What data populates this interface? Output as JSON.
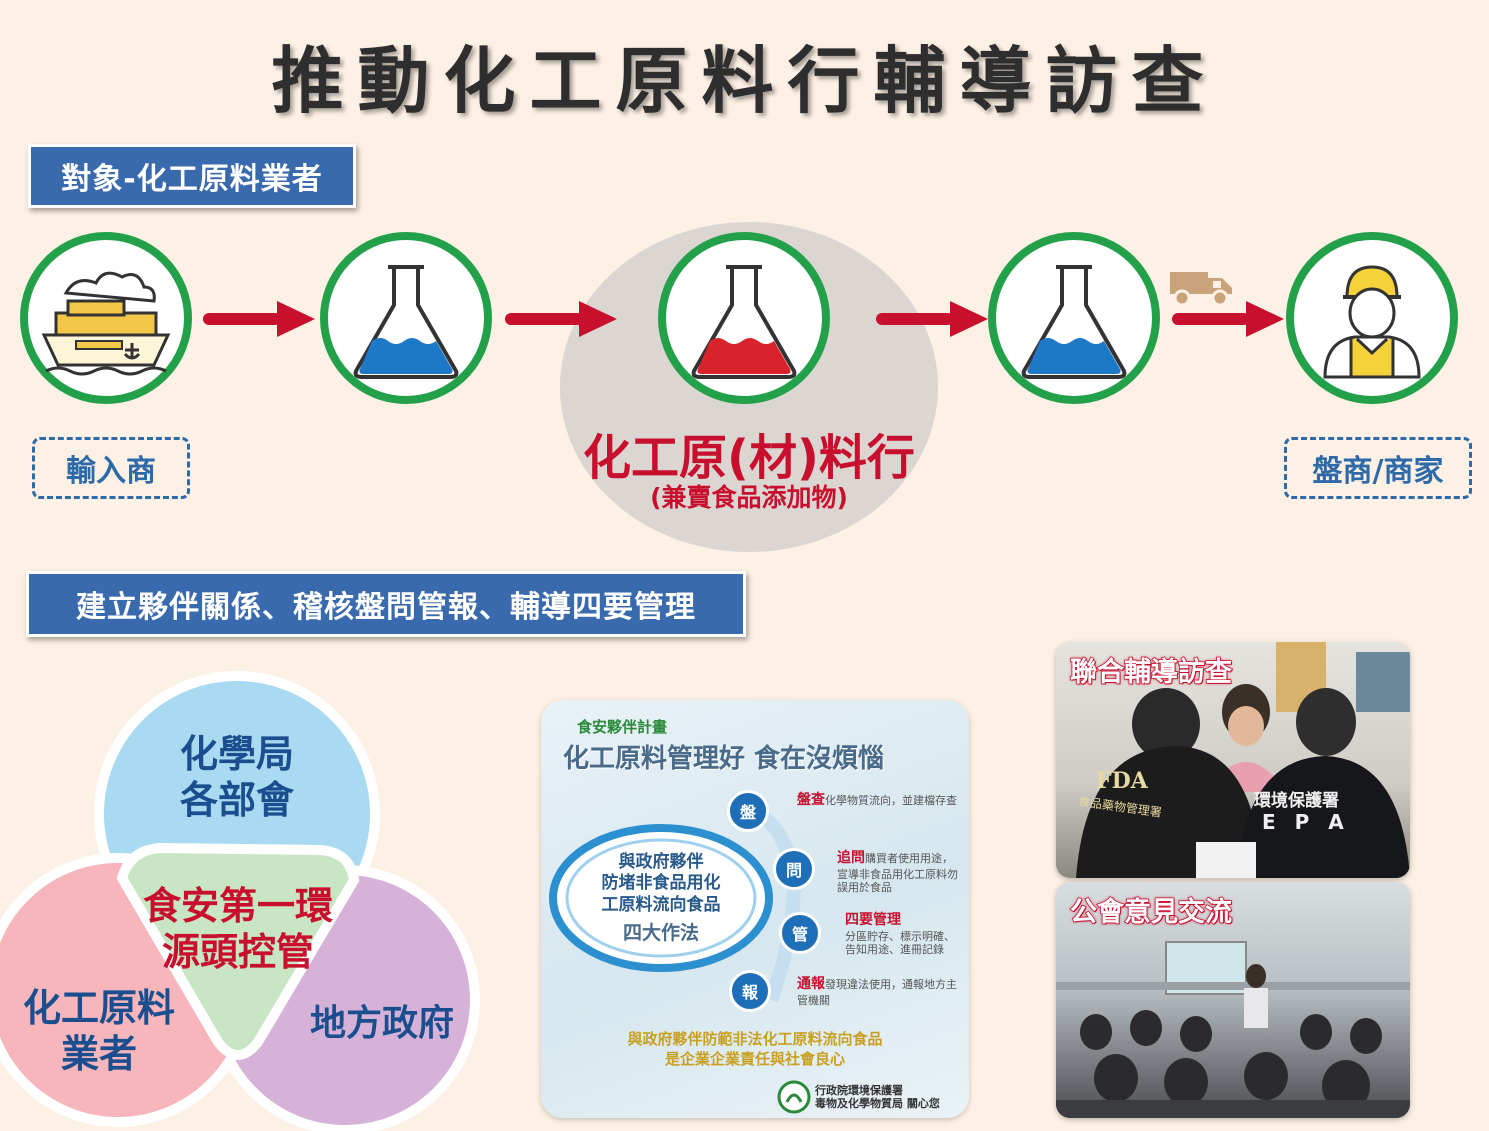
{
  "title": "推動化工原料行輔導訪查",
  "target_label": "對象-化工原料業者",
  "importer_label": "輸入商",
  "dealer_label": "盤商/商家",
  "shop_name": "化工原(材)料行",
  "shop_sub": "(兼賣食品添加物)",
  "strategy_label": "建立夥伴關係、稽核盤問管報、輔導四要管理",
  "venn": {
    "top": [
      "化學局",
      "各部會"
    ],
    "left": [
      "化工原料",
      "業者"
    ],
    "right": "地方政府",
    "center": [
      "食安第一環",
      "源頭控管"
    ]
  },
  "poster": {
    "header": "食安夥伴計畫",
    "title": "化工原料管理好 食在沒煩惱",
    "core": [
      "與政府夥伴",
      "防堵非食品用化",
      "工原料流向食品"
    ],
    "core_sub": "四大作法",
    "steps": [
      {
        "key": "盤",
        "head": "盤查",
        "text": "化學物質流向，並建檔存查"
      },
      {
        "key": "問",
        "head": "追問",
        "text": "購買者使用用途，宣導非食品用化工原料勿誤用於食品"
      },
      {
        "key": "管",
        "head": "四要管理",
        "text": "分區貯存、標示明確、告知用途、進冊記錄"
      },
      {
        "key": "報",
        "head": "通報",
        "text": "發現違法使用，通報地方主管機關"
      }
    ],
    "footer": [
      "與政府夥伴防範非法化工原料流向食品",
      "是企業企業責任與社會良心"
    ],
    "org": [
      "行政院環境保護署",
      "毒物及化學物質局 關心您"
    ]
  },
  "photos": {
    "top_caption": "聯合輔導訪查",
    "bottom_caption": "公會意見交流",
    "vest_fda": "FDA",
    "vest_fda_sub": "食品藥物管理署",
    "vest_epa": "環境保護署",
    "vest_epa_sub": "E P A"
  },
  "colors": {
    "ring": "#23a04a",
    "arrow": "#c8102e",
    "blue_liquid": "#1e78c8",
    "red_liquid": "#d8232a",
    "label_blue": "#3a6aae"
  }
}
